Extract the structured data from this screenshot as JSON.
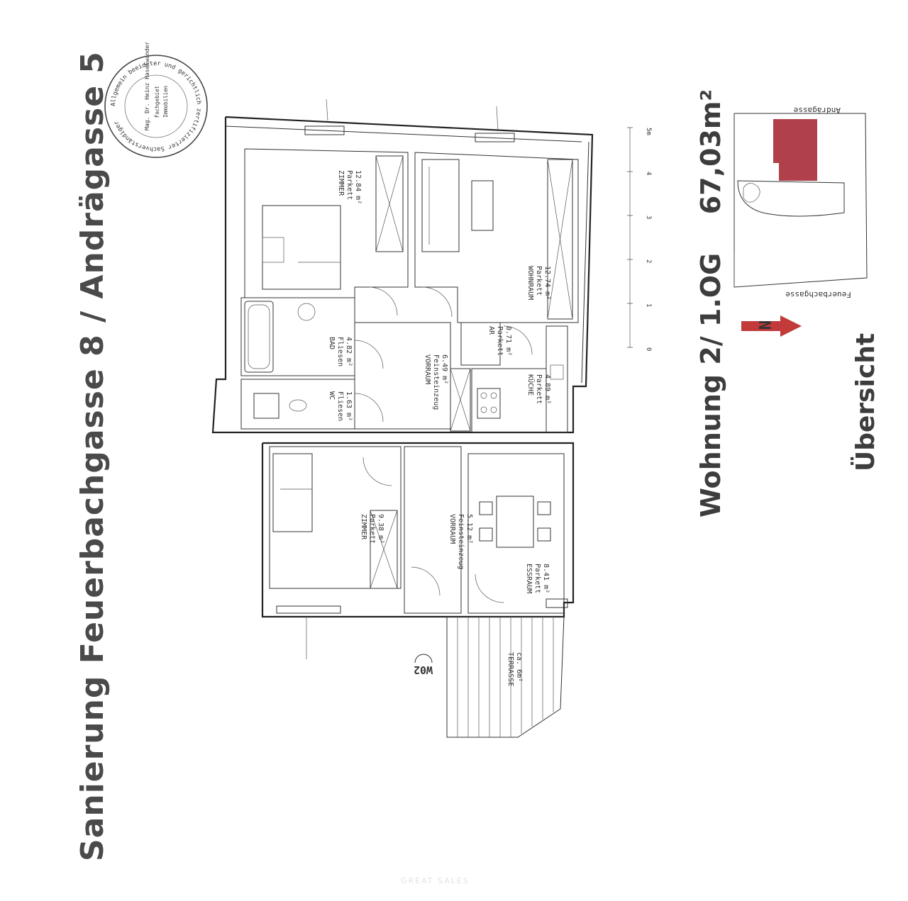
{
  "headings": {
    "project_title": "Sanierung Feuerbachgasse 8 / Andrägasse 5",
    "unit_title": "Wohnung 2/ 1.OG",
    "unit_area": "67,03m²",
    "overview": "Übersicht"
  },
  "stamp": {
    "text": "Allgemein beeideter und gerichtlich zertifizierter Sachverständiger Mag. Dr. Heinz Haselwander Fachgebiet Immobilien"
  },
  "scale": {
    "ticks": [
      "0",
      "1",
      "2",
      "3",
      "4",
      "5m"
    ]
  },
  "site_plan": {
    "street_top": "Andrägasse",
    "street_bottom": "Feuerbachgasse",
    "highlight_color": "#b0404a"
  },
  "north_arrow": {
    "letter": "N",
    "color": "#c23a3a"
  },
  "rooms": {
    "zimmer1": {
      "name": "ZIMMER",
      "floor": "Parkett",
      "area": "12.84 m²"
    },
    "wohnraum": {
      "name": "WOHNRAUM",
      "floor": "Parkett",
      "area": "12.74 m²"
    },
    "bad": {
      "name": "BAD",
      "floor": "Fliesen",
      "area": "4.82 m²"
    },
    "vorraum1": {
      "name": "VORRAUM",
      "floor": "Feinsteinzeug",
      "area": "6.49 m²"
    },
    "ar": {
      "name": "AR",
      "floor": "Parkett",
      "area": "0.71 m²"
    },
    "wc": {
      "name": "WC",
      "floor": "Fliesen",
      "area": "1.63 m²"
    },
    "kueche": {
      "name": "KÜCHE",
      "floor": "Parkett",
      "area": "4.89 m²"
    },
    "zimmer2": {
      "name": "ZIMMER",
      "floor": "Parkett",
      "area": "9.38 m²"
    },
    "vorraum2": {
      "name": "VORRAUM",
      "floor": "Feinsteinzeug",
      "area": "5.12 m²"
    },
    "essraum": {
      "name": "ESSRAUM",
      "floor": "Parkett",
      "area": "8.41 m²"
    },
    "terrasse": {
      "name": "TERRASSE",
      "area": "ca. 6m²"
    }
  },
  "entrance_label": "W02",
  "footer_faint": "GREAT      SALES"
}
